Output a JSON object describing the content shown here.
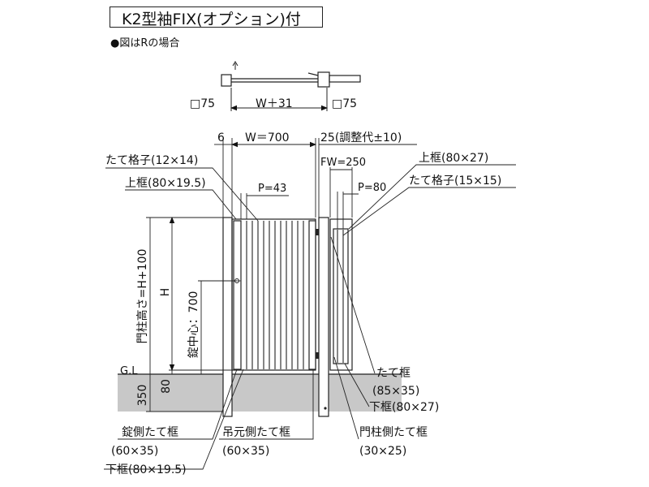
{
  "header": {
    "title": "K2型袖FIX(オプション)付",
    "note": "●図はRの場合"
  },
  "plan": {
    "left_post": "□75",
    "width": "W＋31",
    "right_post": "□75"
  },
  "dims": {
    "gap_left": "6",
    "gate_width": "W＝700",
    "adjust": "25(調整代±10)",
    "fix_width": "FW=250",
    "pitch_gate": "P=43",
    "pitch_fix": "P=80",
    "height": "H",
    "post_height": "門柱高さ=H+100",
    "lock_center": "錠中心：700",
    "gl": "G.L",
    "depth_80": "80",
    "depth_350": "350"
  },
  "labels": {
    "gate_bars": "たて格子(12×14)",
    "gate_top_rail": "上框(80×19.5)",
    "fix_top_rail": "上框(80×27)",
    "fix_bars": "たて格子(15×15)",
    "fix_stile": "たて框",
    "fix_stile_size": "(85×35)",
    "fix_bottom_rail": "下框(80×27)",
    "lock_stile": "錠側たて框",
    "lock_stile_size": "(60×35)",
    "hinge_stile": "吊元側たて框",
    "hinge_stile_size": "(60×35)",
    "post_stile": "門柱側たて框",
    "post_stile_size": "(30×25)",
    "gate_bottom_rail": "下框(80×19.5)"
  },
  "colors": {
    "ground": "#c8c8c8",
    "line": "#222222"
  }
}
